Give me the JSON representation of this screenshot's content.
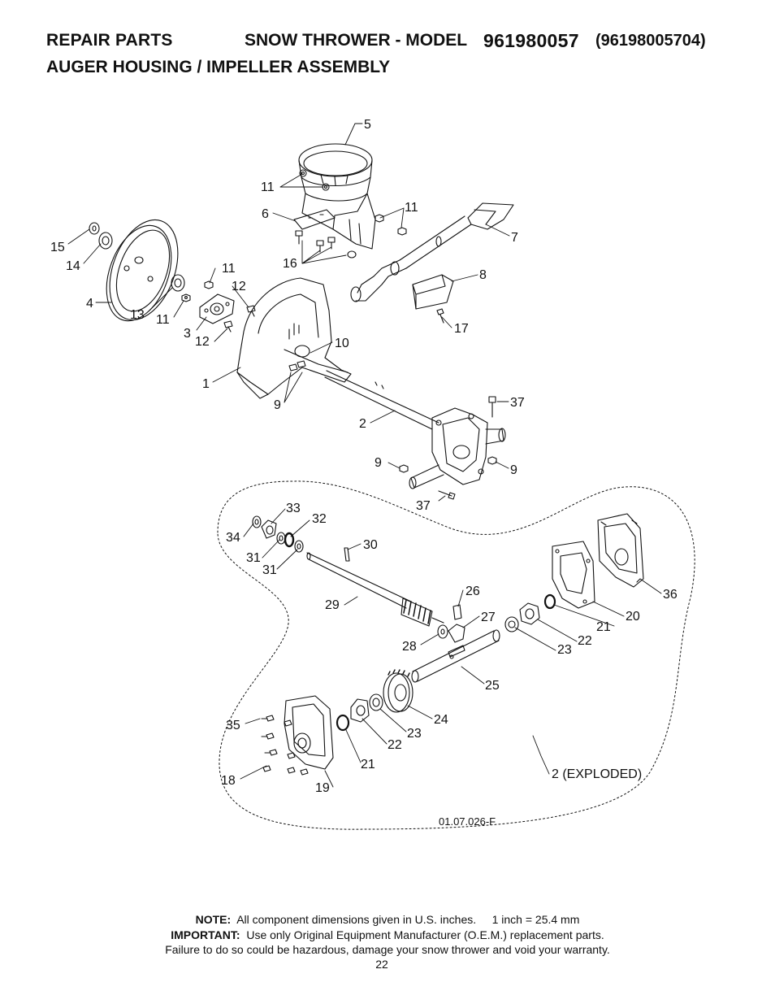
{
  "header": {
    "section": "REPAIR PARTS",
    "product": "SNOW THROWER - MODEL",
    "model": "961980057",
    "part_number": "(96198005704)",
    "subtitle": "AUGER HOUSING / IMPELLER ASSEMBLY"
  },
  "diagram": {
    "callouts": [
      "5",
      "11",
      "11",
      "6",
      "7",
      "15",
      "14",
      "4",
      "13",
      "11",
      "11",
      "12",
      "3",
      "12",
      "16",
      "8",
      "17",
      "10",
      "1",
      "9",
      "2",
      "37",
      "9",
      "9",
      "37",
      "33",
      "32",
      "34",
      "31",
      "31",
      "30",
      "29",
      "26",
      "27",
      "28",
      "25",
      "36",
      "20",
      "21",
      "22",
      "23",
      "24",
      "23",
      "22",
      "21",
      "35",
      "18",
      "19",
      "2 (EXPLODED)"
    ],
    "reference_code": "01.07.026-F"
  },
  "footer": {
    "note_label": "NOTE:",
    "note_text": "All component dimensions given in U.S. inches.",
    "conversion": "1 inch = 25.4 mm",
    "important_label": "IMPORTANT:",
    "important_text": "Use only Original Equipment Manufacturer (O.E.M.) replacement parts.",
    "warning": "Failure to do so could be hazardous, damage your snow thrower and void your warranty.",
    "page_number": "22"
  }
}
